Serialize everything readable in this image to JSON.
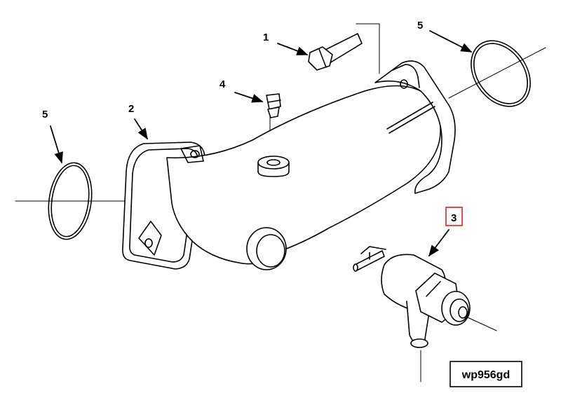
{
  "drawing": {
    "callouts": [
      {
        "id": "bolt",
        "text": "1"
      },
      {
        "id": "housing",
        "text": "2"
      },
      {
        "id": "valve",
        "text": "3",
        "highlighted": true
      },
      {
        "id": "plug",
        "text": "4"
      },
      {
        "id": "oring-left",
        "text": "5"
      },
      {
        "id": "oring-right",
        "text": "5"
      }
    ],
    "drawing_code": "wp956gd",
    "colors": {
      "line": "#000000",
      "highlight": "#e02020",
      "background": "#ffffff"
    }
  }
}
